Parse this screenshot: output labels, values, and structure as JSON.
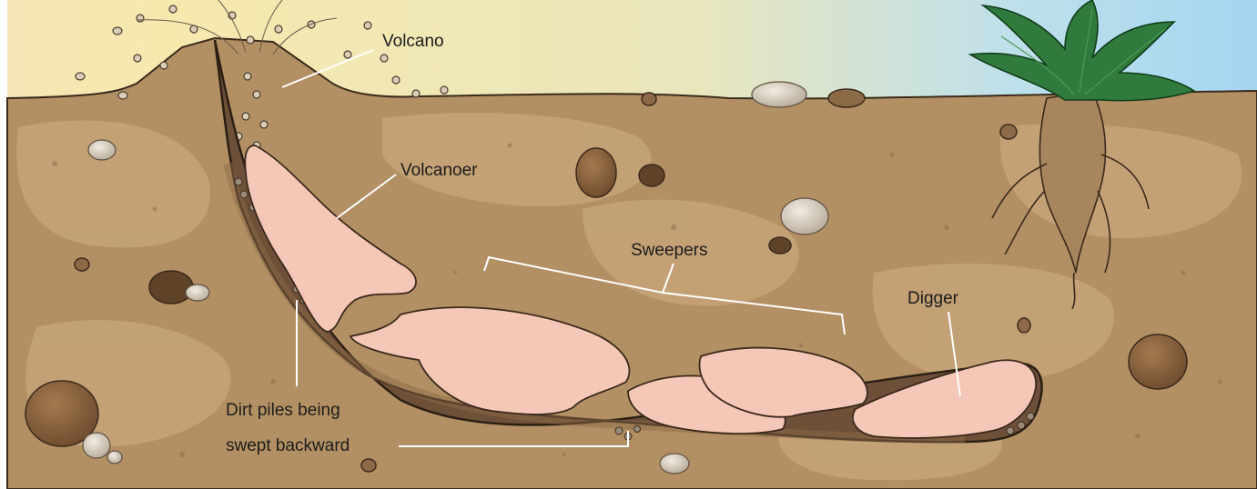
{
  "labels": {
    "volcano": "Volcano",
    "volcanoer": "Volcanoer",
    "sweepers": "Sweepers",
    "digger": "Digger",
    "dirt_line1": "Dirt piles being",
    "dirt_line2": "swept backward"
  },
  "colors": {
    "sky_warm": "#f6e7ad",
    "sky_cool": "#a8d8f0",
    "soil": "#b39063",
    "soil_light": "#c6a57a",
    "tunnel": "#6e5038",
    "mole_rat": "#f4c7b7",
    "plant_leaf": "#2f7a3c",
    "root": "#8c6a47"
  }
}
